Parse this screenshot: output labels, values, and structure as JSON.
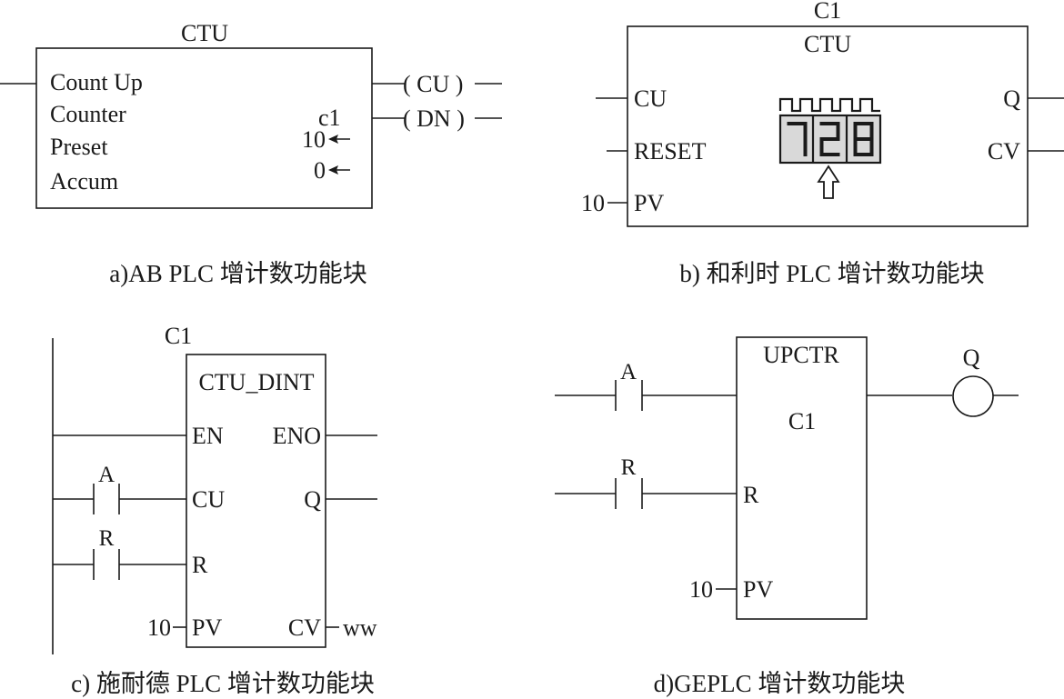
{
  "panel_a": {
    "title": "CTU",
    "lines": [
      "Count Up",
      "Counter",
      "Preset",
      "Accum"
    ],
    "counter_name": "c1",
    "preset_value": "10",
    "accum_value": "0",
    "coils": [
      "( CU )",
      "( DN )"
    ],
    "caption": "a)AB PLC 增计数功能块"
  },
  "panel_b": {
    "instance": "C1",
    "title": "CTU",
    "inputs": [
      "CU",
      "RESET",
      "PV"
    ],
    "outputs": [
      "Q",
      "CV"
    ],
    "pv_value": "10",
    "display_digits": [
      "7",
      "2",
      "8"
    ],
    "caption": "b) 和利时 PLC 增计数功能块"
  },
  "panel_c": {
    "instance": "C1",
    "title": "CTU_DINT",
    "inputs": [
      "EN",
      "CU",
      "R",
      "PV"
    ],
    "outputs": [
      "ENO",
      "Q",
      "CV"
    ],
    "contacts": [
      "A",
      "R"
    ],
    "pv_value": "10",
    "cv_variable": "ww",
    "caption": "c) 施耐德 PLC 增计数功能块"
  },
  "panel_d": {
    "title": "UPCTR",
    "instance": "C1",
    "inputs": [
      "R",
      "PV"
    ],
    "contacts": [
      "A",
      "R"
    ],
    "coil": "Q",
    "pv_value": "10",
    "caption": "d)GEPLC 增计数功能块"
  }
}
